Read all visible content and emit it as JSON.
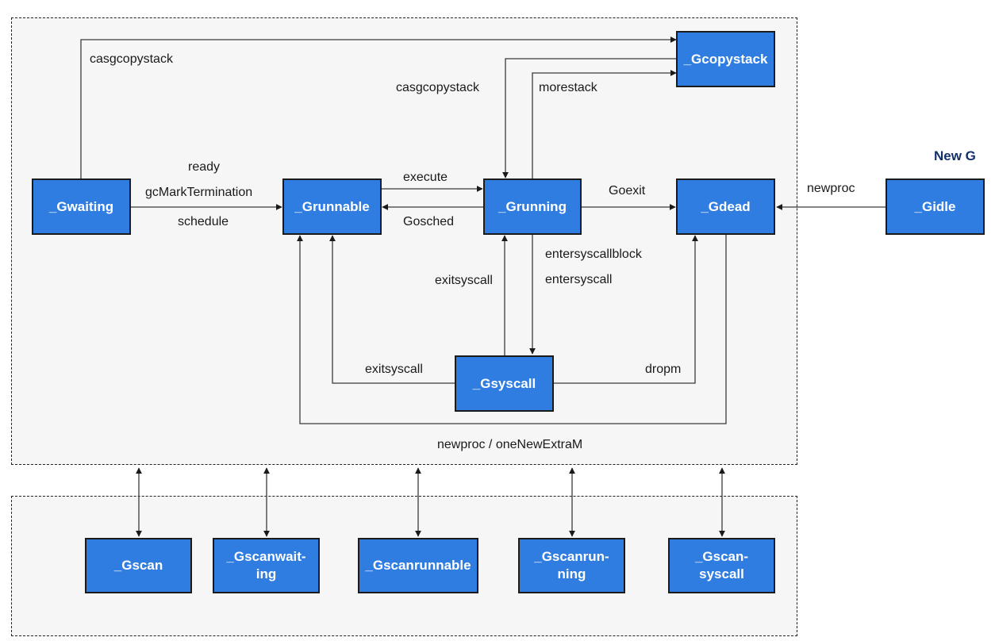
{
  "states": {
    "gwaiting": "_Gwaiting",
    "grunnable": "_Grunnable",
    "grunning": "_Grunning",
    "gdead": "_Gdead",
    "gidle": "_Gidle",
    "gcopystack": "_Gcopystack",
    "gsyscall": "_Gsyscall",
    "gscan": "_Gscan",
    "gscanwaiting": "_Gscanwait-\ning",
    "gscanrunnable": "_Gscanrunnable",
    "gscanrunning": "_Gscanrun-\nning",
    "gscansyscall": "_Gscan-\nsyscall"
  },
  "labels": {
    "casgcopystack_top": "casgcopystack",
    "casgcopystack_mid": "casgcopystack",
    "morestack": "morestack",
    "ready": "ready",
    "gcmarktermination": "gcMarkTermination",
    "schedule": "schedule",
    "execute": "execute",
    "gosched": "Gosched",
    "goexit": "Goexit",
    "newproc": "newproc",
    "entersyscallblock": "entersyscallblock",
    "entersyscall": "entersyscall",
    "exitsyscall_up": "exitsyscall",
    "exitsyscall_left": "exitsyscall",
    "dropm": "dropm",
    "newproc_onenewextram": "newproc / oneNewExtraM",
    "new_g": "New G"
  },
  "colors": {
    "state_fill": "#2f7de1",
    "state_text": "#ffffff",
    "new_g_text": "#14306b",
    "region_fill": "#f6f6f6"
  }
}
